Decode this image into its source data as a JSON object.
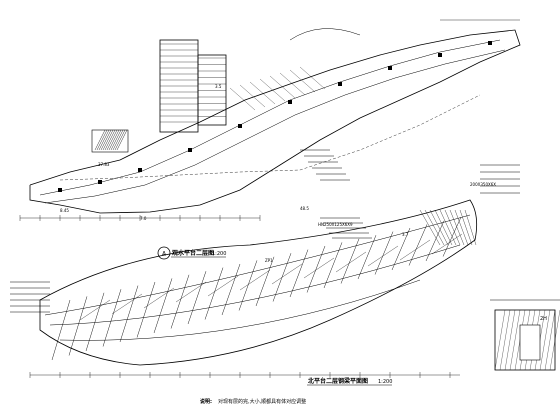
{
  "drawing": {
    "upper_plan": {
      "circle_tag": "A",
      "title": "观水平台二层图",
      "scale": "1:200",
      "dims": [
        "37.83",
        "48.5",
        "3.5",
        "8.45",
        "7.0"
      ]
    },
    "lower_plan": {
      "title": "北平台二层钢梁平面图",
      "scale": "1:200",
      "notes": [
        "200X350X6X",
        "HN250X125X6X9",
        "ZP1",
        "3.7"
      ]
    },
    "footer": {
      "label": "说明:",
      "text": "对现有层的完,大小,顺都具有体对应调整"
    },
    "side_label": "2H",
    "colors": {
      "ink": "#000000",
      "paper": "#ffffff"
    }
  }
}
